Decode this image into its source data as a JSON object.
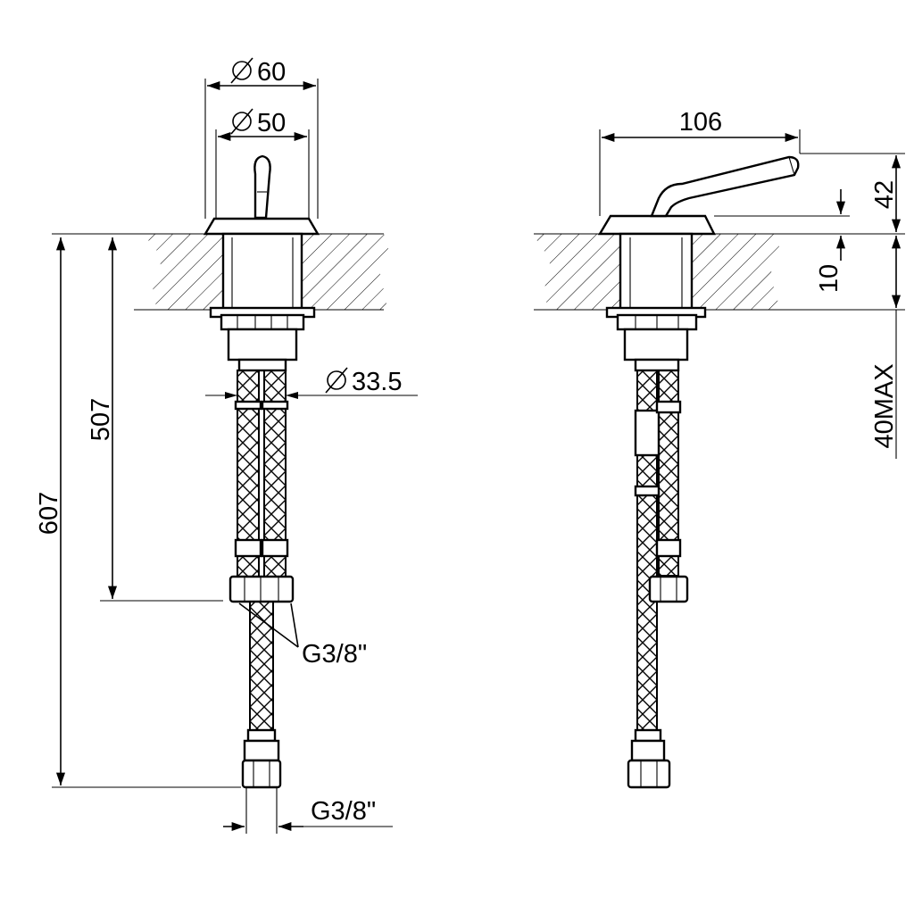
{
  "front_view": {
    "diameter_top": "60",
    "diameter_body": "50",
    "diameter_shank": "33.5",
    "height_to_fitting": "507",
    "height_total": "607",
    "thread_side": "G3/8\"",
    "thread_bottom": "G3/8\""
  },
  "side_view": {
    "reach": "106",
    "height_above_deck": "42",
    "base_height": "10",
    "deck_thickness": "40MAX"
  },
  "symbols": {
    "diameter": "∅"
  }
}
